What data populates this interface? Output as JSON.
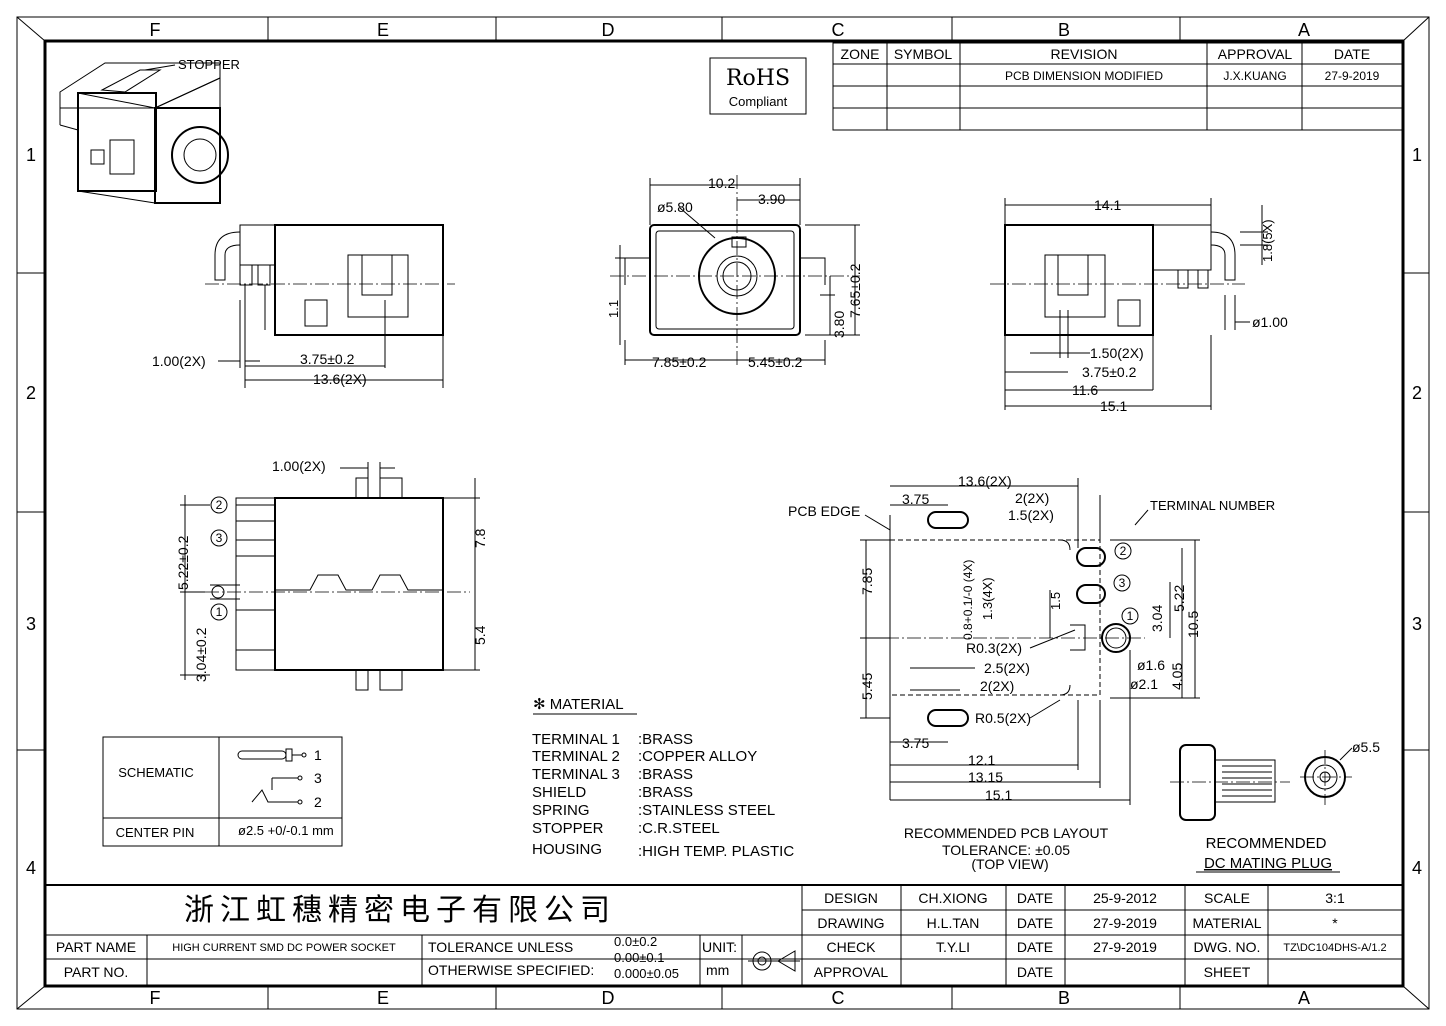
{
  "zones": {
    "columns": [
      "F",
      "E",
      "D",
      "C",
      "B",
      "A"
    ],
    "rows": [
      "1",
      "2",
      "3",
      "4"
    ]
  },
  "revision": {
    "headers": {
      "zone": "ZONE",
      "symbol": "SYMBOL",
      "revision": "REVISION",
      "approval": "APPROVAL",
      "date": "DATE"
    },
    "row1": {
      "revision": "PCB DIMENSION MODIFIED",
      "approval": "J.X.KUANG",
      "date": "27-9-2019"
    }
  },
  "rohs": {
    "line1": "RoHS",
    "line2": "Compliant"
  },
  "iso": {
    "stopper": "STOPPER"
  },
  "side_left": {
    "d1": "1.00(2X)",
    "d2": "3.75±0.2",
    "d3": "13.6(2X)"
  },
  "front": {
    "d1": "10.2",
    "d2": "3.90",
    "d3": "ø5.80",
    "d4": "1.1",
    "d5": "3.80",
    "d6": "7.65±0.2",
    "d7": "7.85±0.2",
    "d8": "5.45±0.2"
  },
  "side_right": {
    "d1": "14.1",
    "d2": "1.8(5X)",
    "d3": "ø1.00",
    "d4": "1.50(2X)",
    "d5": "3.75±0.2",
    "d6": "11.6",
    "d7": "15.1"
  },
  "bottom_left": {
    "d1": "1.00(2X)",
    "d2": "5.22±0.2",
    "d3": "3.04±0.2",
    "d4": "7.8",
    "d5": "5.4",
    "n1": "1",
    "n2": "2",
    "n3": "3"
  },
  "pcb": {
    "edge": "PCB EDGE",
    "terminal_number": "TERMINAL NUMBER",
    "d_136": "13.6(2X)",
    "d_375a": "3.75",
    "d_2": "2(2X)",
    "d_15": "1.5(2X)",
    "d_785": "7.85",
    "d_545": "5.45",
    "d_08": "0.8+0.1/-0 (4X)",
    "d_13": "1.3(4X)",
    "d_15v": "1.5",
    "d_r03": "R0.3(2X)",
    "d_25": "2.5(2X)",
    "d_2b": "2(2X)",
    "d_r05": "R0.5(2X)",
    "d_375b": "3.75",
    "d_121": "12.1",
    "d_1315": "13.15",
    "d_151": "15.1",
    "d_304": "3.04",
    "d_522": "5.22",
    "d_105": "10.5",
    "d_405": "4.05",
    "d_16": "ø1.6",
    "d_21": "ø2.1",
    "n1": "1",
    "n2": "2",
    "n3": "3",
    "caption1": "RECOMMENDED PCB LAYOUT",
    "caption2": "TOLERANCE: ±0.05",
    "caption3": "(TOP VIEW)"
  },
  "plug": {
    "d1": "ø5.5",
    "caption1": "RECOMMENDED",
    "caption2": "DC MATING PLUG"
  },
  "material": {
    "title": "✻ MATERIAL",
    "items": [
      {
        "part": "TERMINAL 1",
        "mat": ":BRASS"
      },
      {
        "part": "TERMINAL 2",
        "mat": ":COPPER ALLOY"
      },
      {
        "part": "TERMINAL 3",
        "mat": ":BRASS"
      },
      {
        "part": "SHIELD",
        "mat": ":BRASS"
      },
      {
        "part": "SPRING",
        "mat": ":STAINLESS STEEL"
      },
      {
        "part": "STOPPER",
        "mat": ":C.R.STEEL"
      },
      {
        "part": "HOUSING",
        "mat": ":HIGH TEMP. PLASTIC"
      }
    ]
  },
  "schematic": {
    "label": "SCHEMATIC",
    "p1": "1",
    "p3": "3",
    "p2": "2",
    "center_label": "CENTER PIN",
    "center_value": "ø2.5 +0/-0.1 mm"
  },
  "title_block": {
    "company": "浙江虹穗精密电子有限公司",
    "part_name_label": "PART NAME",
    "part_name": "HIGH CURRENT SMD DC POWER SOCKET",
    "part_no_label": "PART NO.",
    "tol1": "TOLERANCE UNLESS",
    "tol2": "OTHERWISE SPECIFIED:",
    "tv1": "0.0±0.2",
    "tv2": "0.00±0.1",
    "tv3": "0.000±0.05",
    "unit_label": "UNIT:",
    "unit": "mm",
    "design_label": "DESIGN",
    "design": "CH.XIONG",
    "design_date": "25-9-2012",
    "drawing_label": "DRAWING",
    "drawing": "H.L.TAN",
    "drawing_date": "27-9-2019",
    "check_label": "CHECK",
    "check": "T.Y.LI",
    "check_date": "27-9-2019",
    "approval_label": "APPROVAL",
    "date_label": "DATE",
    "scale_label": "SCALE",
    "scale": "3:1",
    "material_label": "MATERIAL",
    "material": "*",
    "dwg_label": "DWG. NO.",
    "dwg": "TZ\\DC104DHS-A/1.2",
    "sheet_label": "SHEET"
  }
}
